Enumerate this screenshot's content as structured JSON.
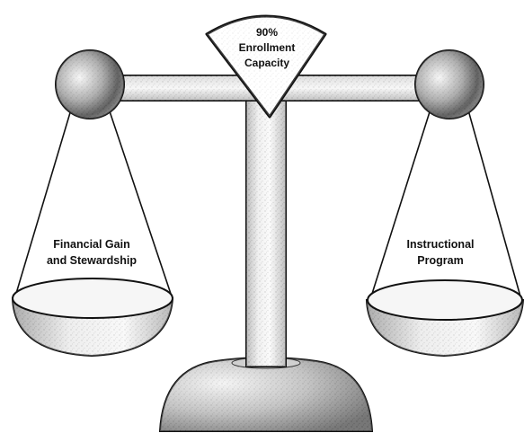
{
  "center_label": {
    "line1": "90%",
    "line2": "Enrollment",
    "line3": "Capacity"
  },
  "left_pan": {
    "line1": "Financial Gain",
    "line2": "and Stewardship"
  },
  "right_pan": {
    "line1": "Instructional",
    "line2": "Program"
  },
  "colors": {
    "ink": "#111111",
    "background": "#ffffff",
    "shade_dark": "#5a5a5a",
    "shade_light": "#f4f4f4"
  }
}
